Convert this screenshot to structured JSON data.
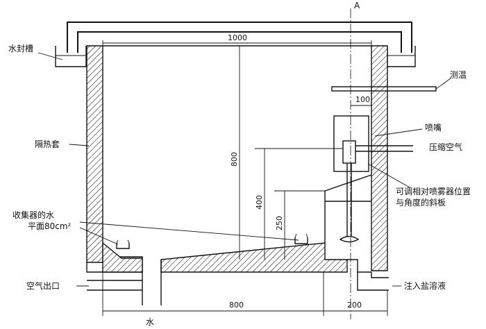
{
  "labels": {
    "water_seal_tank": "水封槽",
    "insulation_jacket": "隔热套",
    "collector_line1": "收集器的水",
    "collector_line2": "平面80cm²",
    "air_outlet": "空气出口",
    "water": "水",
    "section_mark": "A",
    "thermometer": "测温",
    "nozzle": "喷嘴",
    "compressed_air": "压缩空气",
    "baffle_line1": "可调相对喷雾器位置",
    "baffle_line2": "与角度的斜板",
    "salt_solution_in": "注入盐溶液"
  },
  "dimensions": {
    "width_total": "1000",
    "height_total": "800",
    "nozzle_offset": "100",
    "nozzle_height": "400",
    "baffle_height": "250",
    "floor_left": "800",
    "floor_right": "200"
  },
  "colors": {
    "ink": "#111111",
    "background": "#ffffff"
  }
}
